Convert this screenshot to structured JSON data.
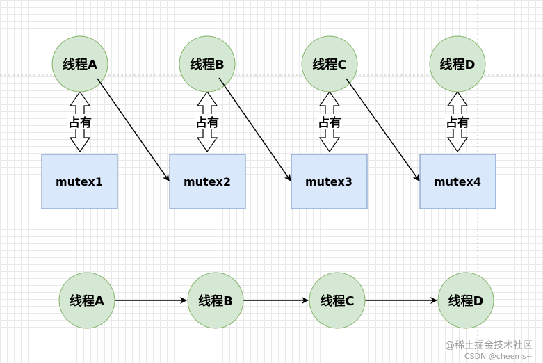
{
  "top_row": {
    "threads": [
      "线程A",
      "线程B",
      "线程C",
      "线程D"
    ],
    "mutexes": [
      "mutex1",
      "mutex2",
      "mutex3",
      "mutex4"
    ],
    "hold_label": "占有"
  },
  "bottom_row": {
    "threads": [
      "线程A",
      "线程B",
      "线程C",
      "线程D"
    ]
  },
  "watermark": {
    "line1": "@稀土掘金技术社区",
    "line2": "CSDN @cheems~"
  },
  "colors": {
    "circle_fill": "#d5e8d4",
    "circle_stroke": "#82b366",
    "box_fill": "#dae8fc",
    "box_stroke": "#6c8ebf",
    "arrow": "#000000"
  }
}
